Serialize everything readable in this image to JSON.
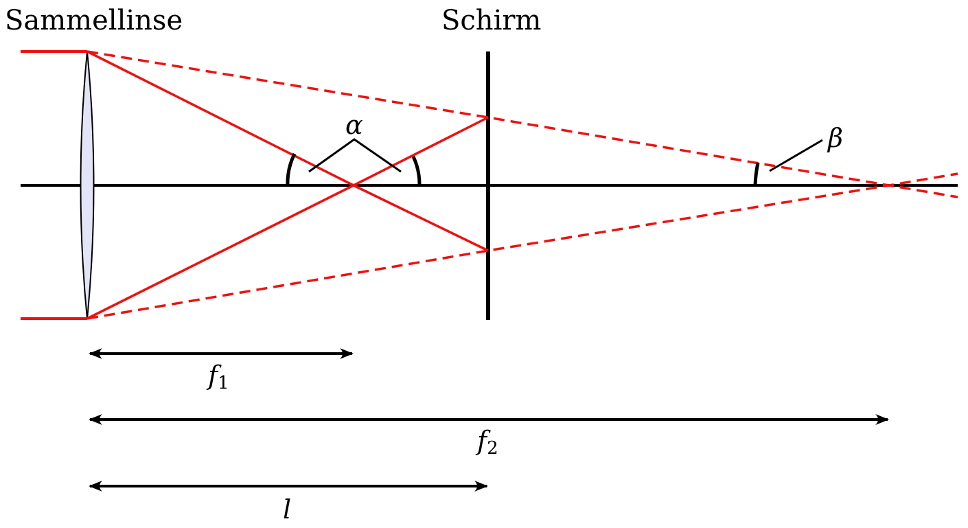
{
  "labels": {
    "lens": "Sammellinse",
    "screen": "Schirm",
    "alpha": "α",
    "beta": "β",
    "f1_main": "f",
    "f1_sub": "1",
    "f2_main": "f",
    "f2_sub": "2",
    "l": "l"
  },
  "colors": {
    "ray": "#ee1111",
    "axis": "#000000",
    "lens_fill": "#e4e4f8"
  }
}
